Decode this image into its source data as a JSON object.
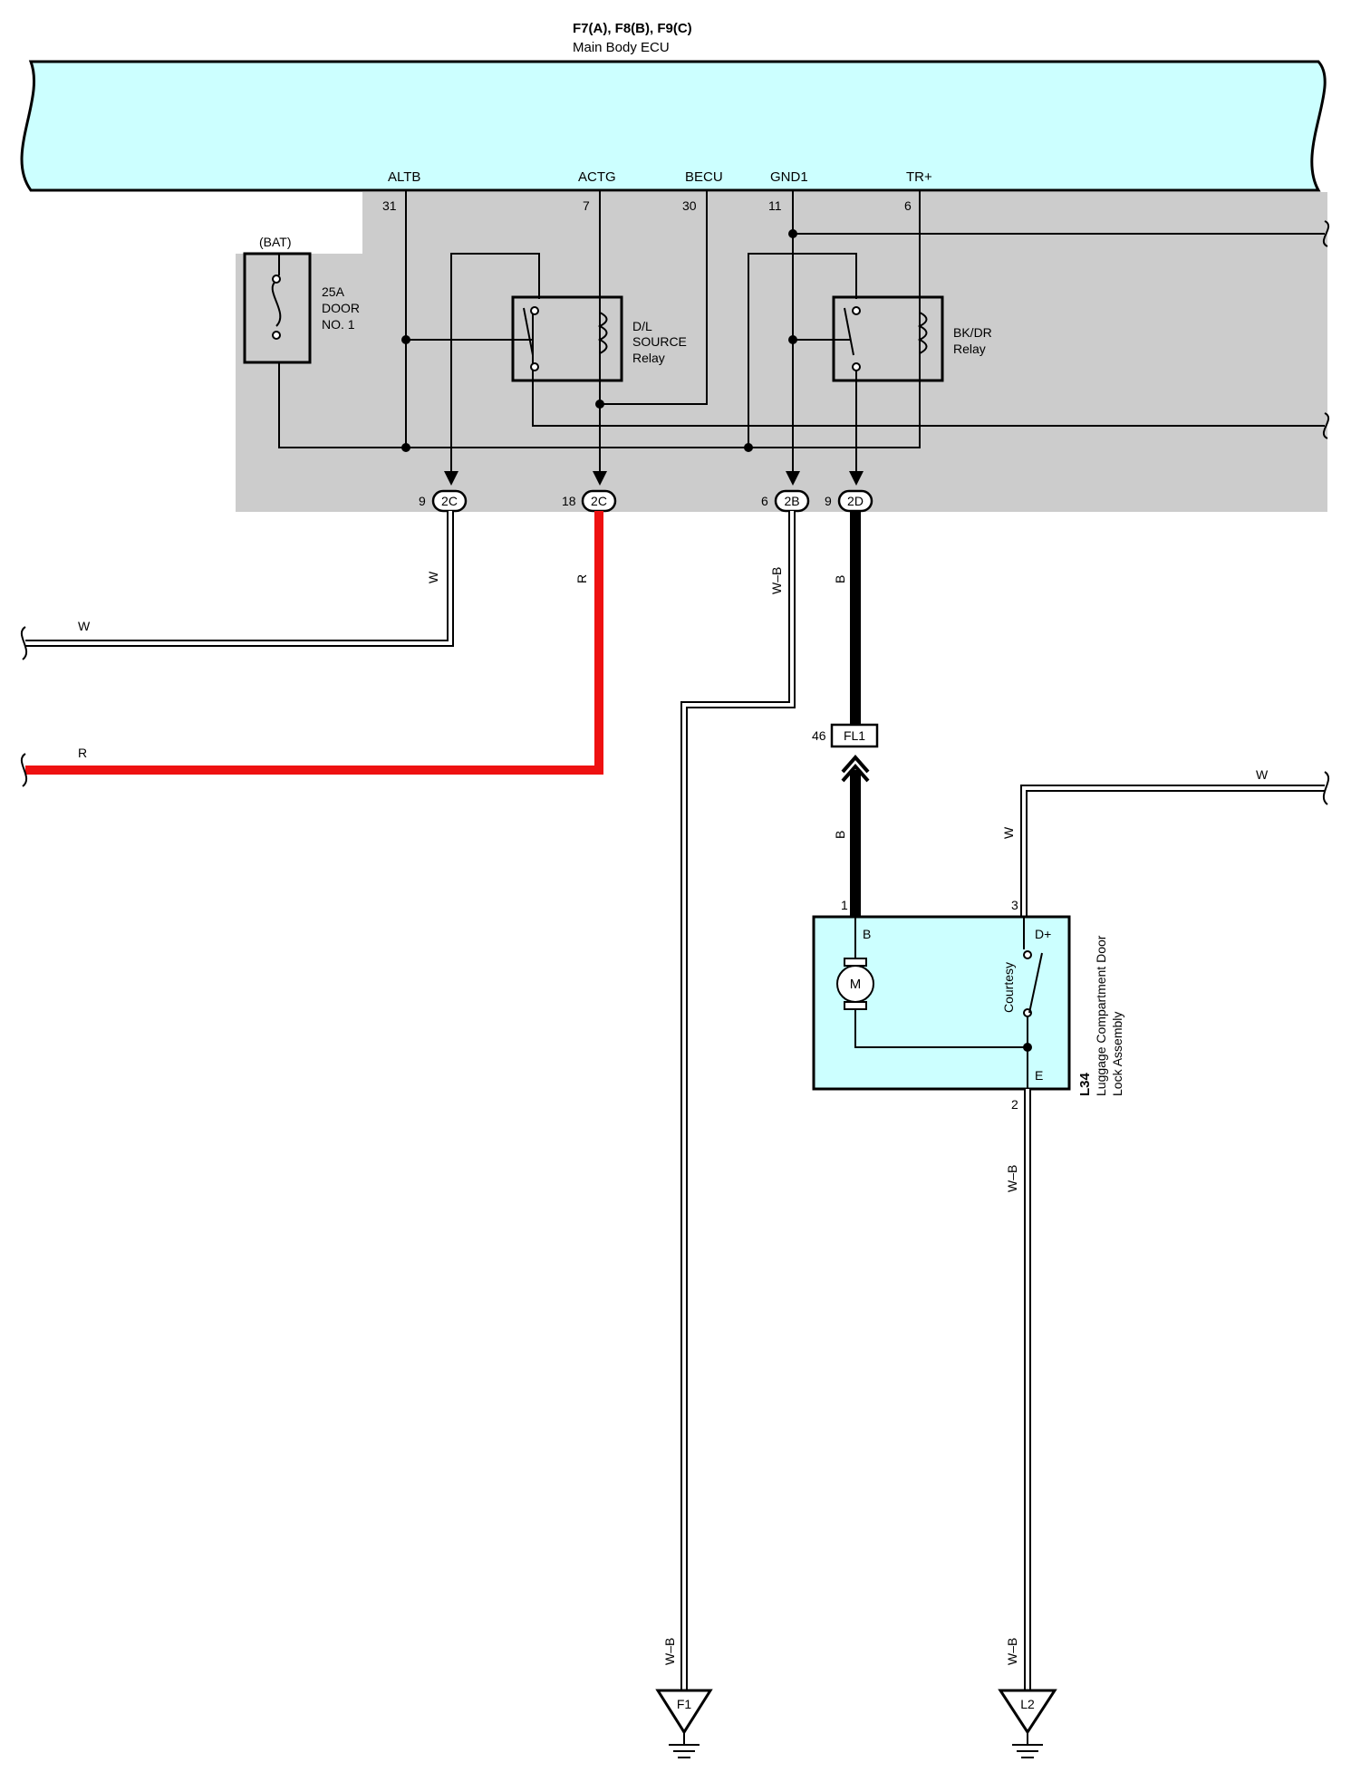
{
  "header": {
    "connectors": "F7(A), F8(B), F9(C)",
    "ecu_name": "Main Body ECU"
  },
  "ecu_pins": [
    {
      "name": "ALTB",
      "number": "31"
    },
    {
      "name": "ACTG",
      "number": "7"
    },
    {
      "name": "BECU",
      "number": "30"
    },
    {
      "name": "GND1",
      "number": "11"
    },
    {
      "name": "TR+",
      "number": "6"
    }
  ],
  "fuse": {
    "source": "(BAT)",
    "rating": "25A",
    "name_line1": "DOOR",
    "name_line2": "NO. 1"
  },
  "relays": [
    {
      "line1": "D/L",
      "line2": "SOURCE",
      "line3": "Relay"
    },
    {
      "line1": "BK/DR",
      "line2": "Relay",
      "line3": ""
    }
  ],
  "junction_connectors": [
    {
      "pin": "9",
      "id": "2C"
    },
    {
      "pin": "18",
      "id": "2C"
    },
    {
      "pin": "6",
      "id": "2B"
    },
    {
      "pin": "9",
      "id": "2D"
    }
  ],
  "wires": {
    "w_vertical": "W",
    "w_left": "W",
    "r_vertical": "R",
    "r_left": "R",
    "wb_vertical": "W–B",
    "b_upper": "B",
    "b_lower": "B",
    "w_right_vertical": "W",
    "w_right_horizontal": "W",
    "wb_component": "W–B",
    "wb_ground_f1": "W–B",
    "wb_ground_l2": "W–B"
  },
  "inline_connector": {
    "pin": "46",
    "id": "FL1"
  },
  "component": {
    "code": "L34",
    "name_line1": "Luggage Compartment Door",
    "name_line2": "Lock Assembly",
    "pin_b_number": "1",
    "pin_b_label": "B",
    "pin_d_number": "3",
    "pin_d_label": "D+",
    "pin_e_number": "2",
    "pin_e_label": "E",
    "motor": "M",
    "switch_label": "Courtesy"
  },
  "grounds": [
    {
      "id": "F1"
    },
    {
      "id": "L2"
    }
  ],
  "colors": {
    "ecu_fill": "#ccffff",
    "relay_area": "#cccccc",
    "wire_red": "#ee1111",
    "wire_black": "#000000"
  }
}
